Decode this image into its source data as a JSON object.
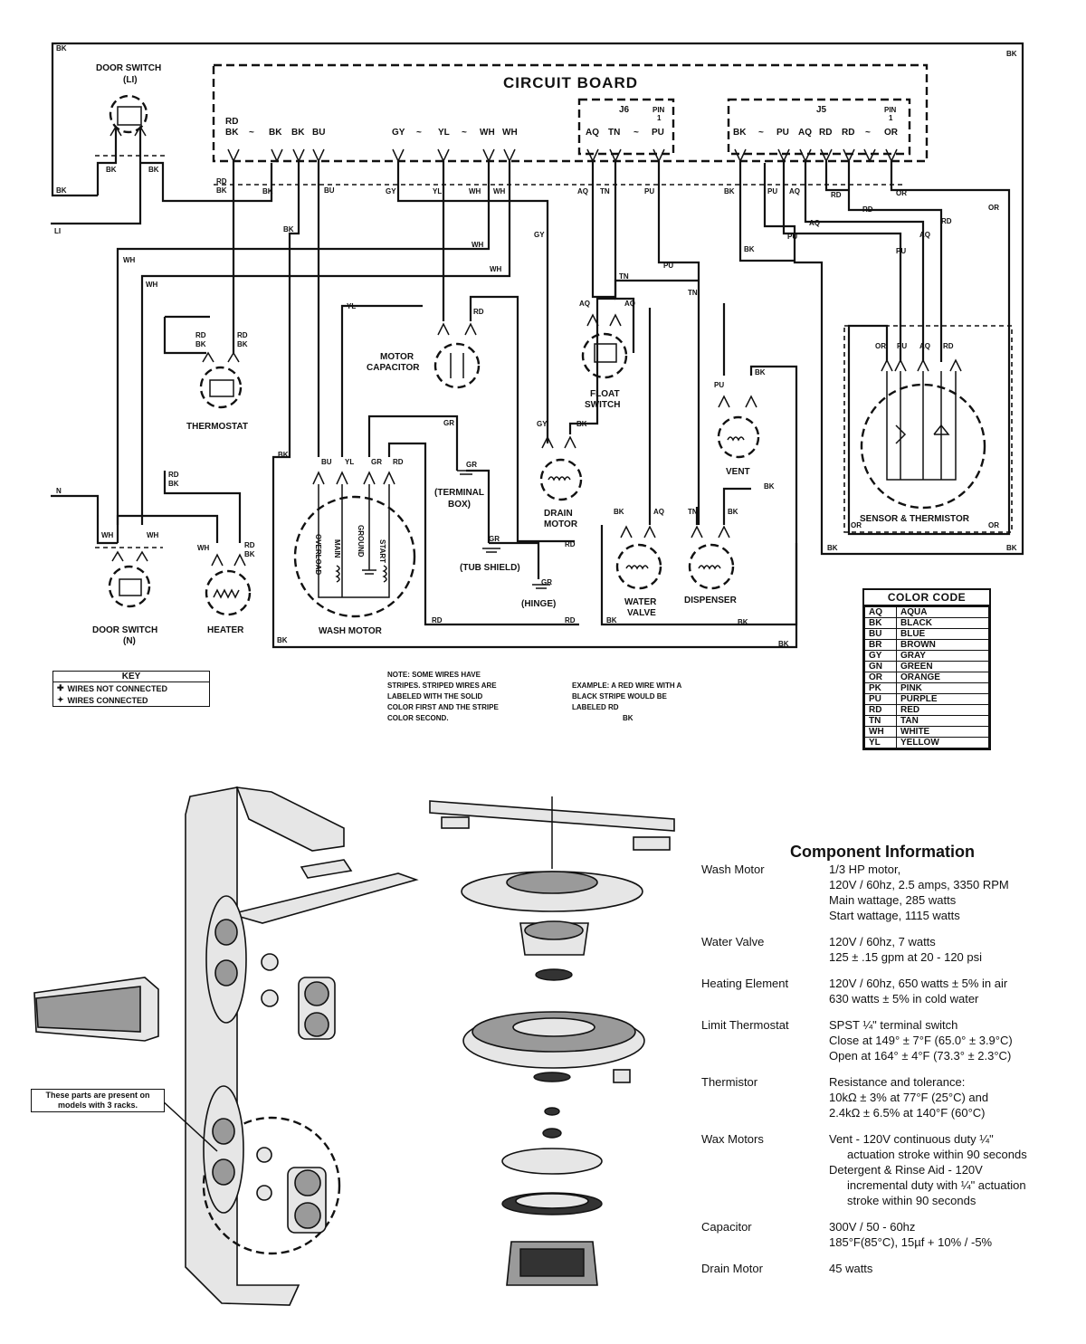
{
  "schematic": {
    "title": "CIRCUIT BOARD",
    "j6_label": "J6",
    "j5_label": "J5",
    "pin1_label": "PIN\n1",
    "components": {
      "door_switch_li": "DOOR SWITCH",
      "door_switch_li_sub": "(LI)",
      "door_switch_n": "DOOR SWITCH",
      "door_switch_n_sub": "(N)",
      "thermostat": "THERMOSTAT",
      "motor_capacitor": "MOTOR\nCAPACITOR",
      "float_switch": "FLOAT\nSWITCH",
      "vent": "VENT",
      "sensor_thermistor": "SENSOR & THERMISTOR",
      "drain_motor": "DRAIN\nMOTOR",
      "water_valve": "WATER\nVALVE",
      "dispenser": "DISPENSER",
      "heater": "HEATER",
      "wash_motor": "WASH MOTOR",
      "terminal_box": "(TERMINAL\nBOX)",
      "tub_shield": "(TUB SHIELD)",
      "hinge": "(HINGE)",
      "overload": "OVERLOAD",
      "main": "MAIN",
      "ground": "GROUND",
      "start": "START"
    },
    "line_labels": {
      "li": "LI",
      "n": "N"
    }
  },
  "key": {
    "title": "KEY",
    "not_connected": "WIRES NOT CONNECTED",
    "connected": "WIRES CONNECTED"
  },
  "notes": {
    "stripes": "NOTE:  SOME WIRES HAVE\nSTRIPES.  STRIPED WIRES ARE\nLABELED WITH THE SOLID\nCOLOR FIRST AND THE STRIPE\nCOLOR SECOND.",
    "example": "EXAMPLE:  A RED WIRE WITH A\nBLACK STRIPE WOULD BE\nLABELED  RD\n                  BK"
  },
  "color_code": {
    "title": "COLOR CODE",
    "rows": [
      [
        "AQ",
        "AQUA"
      ],
      [
        "BK",
        "BLACK"
      ],
      [
        "BU",
        "BLUE"
      ],
      [
        "BR",
        "BROWN"
      ],
      [
        "GY",
        "GRAY"
      ],
      [
        "GN",
        "GREEN"
      ],
      [
        "OR",
        "ORANGE"
      ],
      [
        "PK",
        "PINK"
      ],
      [
        "PU",
        "PURPLE"
      ],
      [
        "RD",
        "RED"
      ],
      [
        "TN",
        "TAN"
      ],
      [
        "WH",
        "WHITE"
      ],
      [
        "YL",
        "YELLOW"
      ]
    ]
  },
  "callout": "These parts are present on\nmodels with 3 racks.",
  "component_info": {
    "title": "Component Information",
    "items": [
      {
        "name": "Wash Motor",
        "lines": [
          "1/3 HP motor,",
          "120V / 60hz, 2.5 amps, 3350 RPM",
          "Main wattage, 285 watts",
          "Start wattage, 1115 watts"
        ]
      },
      {
        "name": "Water Valve",
        "lines": [
          "120V / 60hz, 7 watts",
          "125 ± .15 gpm at 20 - 120 psi"
        ]
      },
      {
        "name": "Heating Element",
        "lines": [
          "120V / 60hz, 650 watts ± 5% in air",
          "630 watts ± 5% in cold water"
        ]
      },
      {
        "name": "Limit Thermostat",
        "lines": [
          "SPST ¼\" terminal switch",
          "Close at 149° ± 7°F (65.0° ± 3.9°C)",
          "Open at 164° ± 4°F (73.3° ± 2.3°C)"
        ]
      },
      {
        "name": "Thermistor",
        "lines": [
          "Resistance and tolerance:",
          "10kΩ ± 3% at 77°F (25°C) and",
          "2.4kΩ ± 6.5% at 140°F (60°C)"
        ]
      },
      {
        "name": "Wax Motors",
        "lines": [
          "Vent - 120V continuous duty ¼\"",
          "    actuation stroke within 90 seconds",
          "Detergent & Rinse Aid - 120V",
          "    incremental duty with ¼\" actuation",
          "    stroke within 90 seconds"
        ]
      },
      {
        "name": "Capacitor",
        "lines": [
          "300V / 50 - 60hz",
          "185°F(85°C), 15µf + 10% / -5%"
        ]
      },
      {
        "name": "Drain Motor",
        "lines": [
          "45 watts"
        ]
      }
    ]
  }
}
